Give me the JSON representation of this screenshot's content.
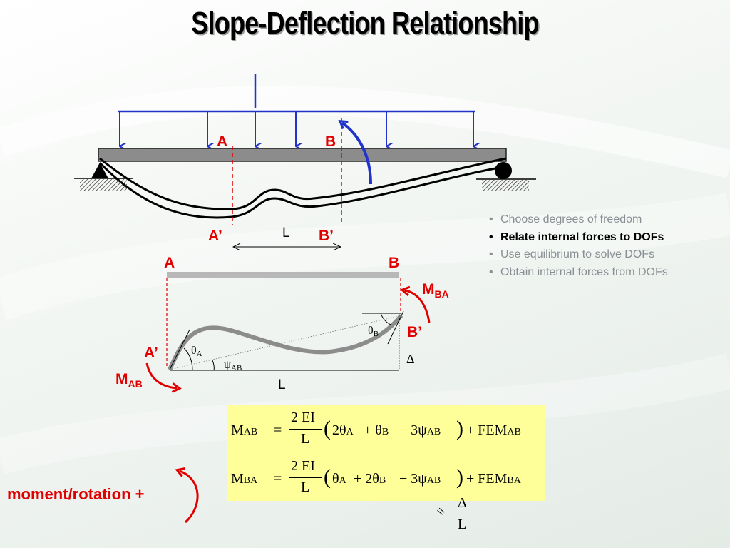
{
  "slide": {
    "title": "Slope-Deflection Relationship"
  },
  "bullets": [
    {
      "text": "Choose degrees of freedom",
      "active": false
    },
    {
      "text": "Relate internal forces to DOFs",
      "active": true
    },
    {
      "text": "Use equilibrium to solve DOFs",
      "active": false
    },
    {
      "text": "Obtain internal forces from DOFs",
      "active": false
    }
  ],
  "beam_diagram": {
    "point_a": "A",
    "point_b": "B",
    "point_a_prime": "A’",
    "point_b_prime": "B’",
    "span_label": "L"
  },
  "member_diagram": {
    "point_a": "A",
    "point_b": "B",
    "point_a_prime": "A’",
    "point_b_prime": "B’",
    "moment_ba": "M",
    "moment_ba_sub": "BA",
    "moment_ab": "M",
    "moment_ab_sub": "AB",
    "theta_a": "θ",
    "theta_a_sub": "A",
    "theta_b": "θ",
    "theta_b_sub": "B",
    "psi_ab": "ψ",
    "psi_ab_sub": "AB",
    "delta": "Δ",
    "span_label": "L"
  },
  "equations": {
    "eq1": {
      "lhs": "M",
      "lhs_sub": "AB",
      "equals": "=",
      "numerator": "2 EI",
      "denominator": "L",
      "open": "(",
      "body_1": "2θ",
      "body_1_sub": "A",
      "body_2": "+ θ",
      "body_2_sub": "B",
      "body_3": "− 3ψ",
      "body_3_sub": "AB",
      "close": ")",
      "fem": "+ FEM",
      "fem_sub": "AB"
    },
    "eq2": {
      "lhs": "M",
      "lhs_sub": "BA",
      "equals": "=",
      "numerator": "2 EI",
      "denominator": "L",
      "open": "(",
      "body_1": "θ",
      "body_1_sub": "A",
      "body_2": "+ 2θ",
      "body_2_sub": "B",
      "body_3": "− 3ψ",
      "body_3_sub": "AB",
      "close": ")",
      "fem": "+ FEM",
      "fem_sub": "BA"
    },
    "psi_def": {
      "equals": "=",
      "numerator": "Δ",
      "denominator": "L"
    }
  },
  "sign_convention": {
    "label": "moment/rotation +"
  },
  "colors": {
    "load_arrows": "#2233cc",
    "labels": "#e00000",
    "beam": "#8c8c8c",
    "equation_box": "#ffff99"
  }
}
